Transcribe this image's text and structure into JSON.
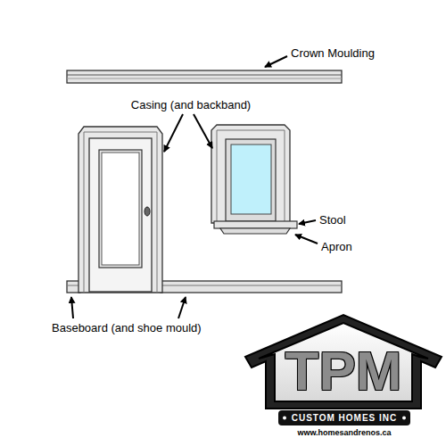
{
  "diagram": {
    "labels": [
      "Crown Moulding",
      "Casing (and backband)",
      "Stool",
      "Apron",
      "Baseboard (and shoe mould)",
      "TPM",
      "CUSTOM HOMES INC",
      "www.homesandrenos.ca"
    ]
  }
}
